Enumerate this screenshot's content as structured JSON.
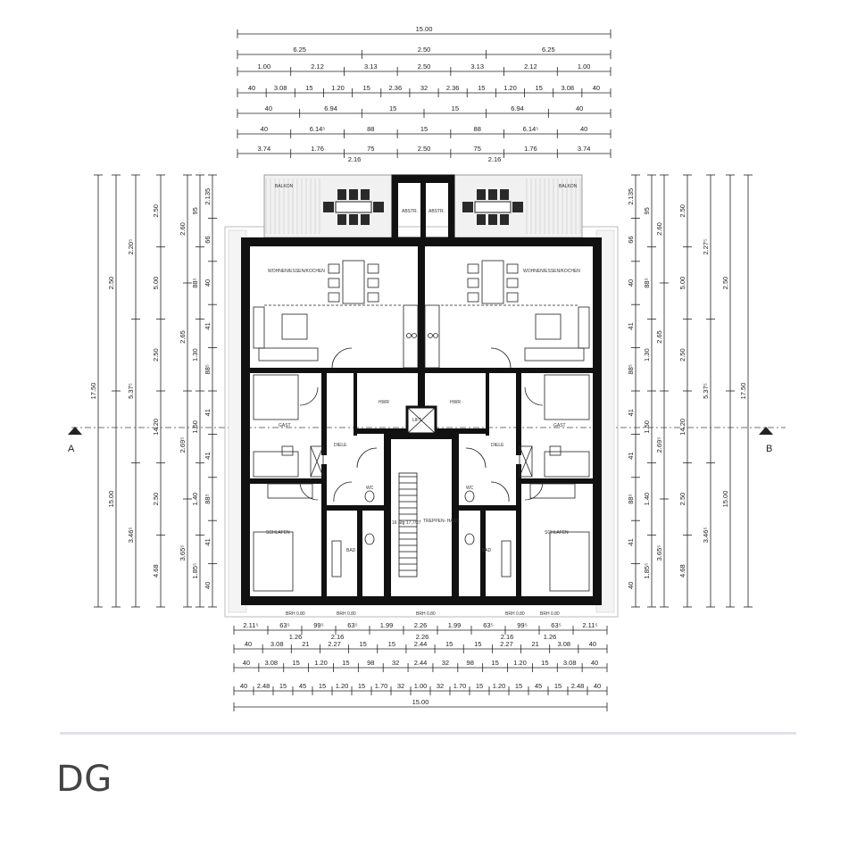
{
  "floor_label": "DG",
  "section_marks": {
    "left": "A",
    "right": "B"
  },
  "rooms": {
    "balcony_left": "BALKON",
    "balcony_right": "BALKON",
    "storage_left": "ABSTR.",
    "storage_right": "ABSTR.",
    "living_left": "WOHNEN/ESSEN/KOCHEN",
    "living_right": "WOHNEN/ESSEN/KOCHEN",
    "hwr_left": "HWR",
    "hwr_right": "HWR",
    "lift": "LIFT",
    "guest_left": "GAST",
    "guest_right": "GAST",
    "hall_left": "DIELE",
    "hall_right": "DIELE",
    "wc_left": "WC",
    "wc_right": "WC",
    "stair": "TREPPEN-\nHAUS",
    "stair_spec": "16 Stg\n17,7/27",
    "bedroom_left": "SCHLAFEN",
    "bedroom_right": "SCHLAFEN",
    "bath_left": "BAD",
    "bath_right": "BAD"
  },
  "dims_top": [
    [
      "15.00"
    ],
    [
      "6.25",
      "2.50",
      "6.25"
    ],
    [
      "1.00",
      "2.12",
      "3.13",
      "2.50",
      "3.13",
      "2.12",
      "1.00"
    ],
    [
      "40",
      "3.08",
      "15",
      "1.20",
      "15",
      "2.36",
      "32",
      "2.36",
      "15",
      "1.20",
      "15",
      "3.08",
      "40"
    ],
    [
      "40",
      "6.94",
      "15",
      "15",
      "6.94",
      "40"
    ],
    [
      "40",
      "6.14⁵",
      "88",
      "15",
      "88",
      "6.14⁵",
      "40"
    ],
    [
      "3.74",
      "1.76",
      "75",
      "2.50",
      "75",
      "1.76",
      "3.74"
    ],
    [
      "2.16",
      "2.16"
    ]
  ],
  "dims_bottom": [
    [
      "2.11⁵",
      "63⁵",
      "99⁵",
      "63⁵",
      "1.99",
      "2.26",
      "1.99",
      "63⁵",
      "99⁵",
      "63⁵",
      "2.11⁵"
    ],
    [
      "1.26",
      "2.16",
      "2.26",
      "2.16",
      "1.26"
    ],
    [
      "40",
      "3.08",
      "21",
      "2.27",
      "15",
      "15",
      "2.44",
      "15",
      "15",
      "2.27",
      "21",
      "3.08",
      "40"
    ],
    [
      "40",
      "3.08",
      "15",
      "1.20",
      "15",
      "98",
      "32",
      "2.44",
      "32",
      "98",
      "15",
      "1.20",
      "15",
      "3.08",
      "40"
    ],
    [
      "40",
      "2.48",
      "15",
      "45",
      "15",
      "1.20",
      "15",
      "1.70",
      "32",
      "1.00",
      "32",
      "1.70",
      "15",
      "1.20",
      "15",
      "45",
      "15",
      "2.48",
      "40"
    ],
    [
      "15.00"
    ]
  ],
  "dims_left": [
    [
      "17.50"
    ],
    [
      "2.50",
      "15.00"
    ],
    [
      "2.20⁵",
      "5.37⁵",
      "3.46⁵"
    ],
    [
      "2.50",
      "5.00",
      "2.50",
      "14.20",
      "2.50",
      "4.68"
    ],
    [
      "2.60",
      "2.65",
      "2.69⁵",
      "3.65⁵"
    ],
    [
      "95",
      "88⁵",
      "1.30",
      "1.50",
      "1.40",
      "1.85⁵"
    ],
    [
      "2.135",
      "66",
      "40",
      "41",
      "88⁵",
      "41",
      "41",
      "88⁵",
      "41",
      "40"
    ]
  ],
  "dims_right": [
    [
      "17.50"
    ],
    [
      "2.50",
      "15.00"
    ],
    [
      "2.27⁵",
      "5.37⁵",
      "3.46⁵"
    ],
    [
      "2.50",
      "5.00",
      "2.50",
      "14.20",
      "2.50",
      "4.68"
    ],
    [
      "2.60",
      "2.65",
      "2.69⁵",
      "3.65⁵"
    ],
    [
      "95",
      "88⁵",
      "1.30",
      "1.50",
      "1.40",
      "1.85⁵"
    ],
    [
      "2.135",
      "66",
      "40",
      "41",
      "88⁵",
      "41",
      "41",
      "88⁵",
      "41",
      "40"
    ]
  ],
  "window_tags": [
    "BRH 0.80",
    "BRH 0.80",
    "BRH 0.80",
    "BRH 0.80",
    "BRH 0.80",
    "BRH 0.80",
    "BRH 0.80",
    "BRH 0.80",
    "BRH 0.80",
    "BRH 0.80"
  ]
}
